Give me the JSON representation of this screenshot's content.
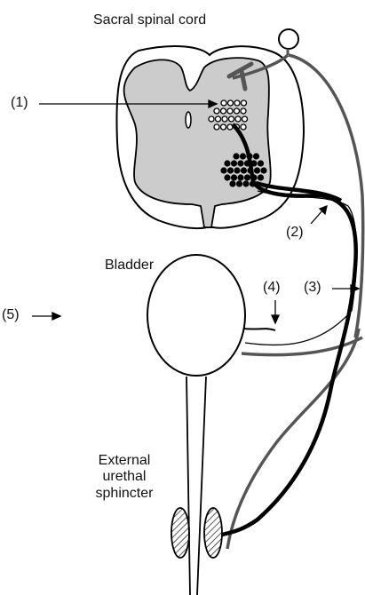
{
  "diagram": {
    "title": "Sacral spinal cord",
    "bladder_label": "Bladder",
    "sphincter_label": [
      "External",
      "urethal",
      "sphincter"
    ],
    "markers": [
      "(1)",
      "(2)",
      "(3)",
      "(4)",
      "(5)"
    ]
  },
  "colors": {
    "grey_matter": "#cccccc",
    "outline": "#000000",
    "grey_tract": "#555555",
    "black_tract": "#000000"
  }
}
